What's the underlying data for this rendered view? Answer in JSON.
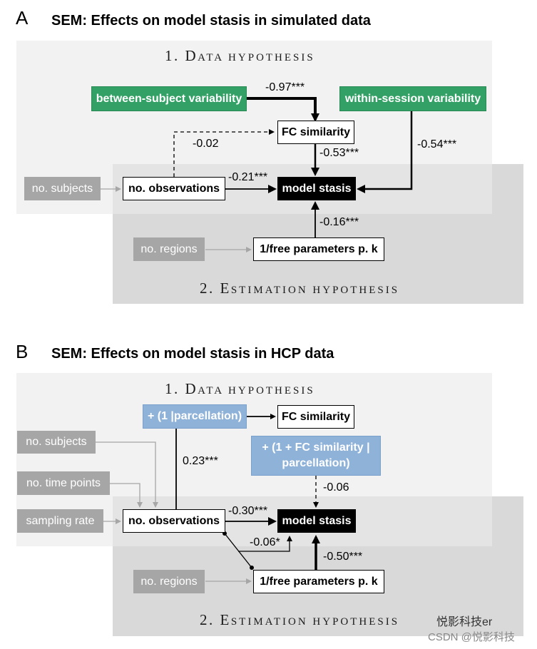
{
  "panelA": {
    "letter": "A",
    "title": "SEM: Effects on model stasis in simulated data",
    "hyp1": {
      "num": "1. ",
      "cap": "D",
      "rest": "ata hypothesis"
    },
    "hyp2": {
      "num": "2. ",
      "cap": "E",
      "rest": "stimation hypothesis"
    },
    "nodes": {
      "between": "between-subject variability",
      "within": "within-session variability",
      "fc": "FC similarity",
      "subjects": "no. subjects",
      "observations": "no. observations",
      "stasis": "model stasis",
      "regions": "no. regions",
      "freeparams": "1/free parameters p. k"
    },
    "coefs": {
      "between_fc": "-0.97***",
      "obs_fc": "-0.02",
      "fc_stasis": "-0.53***",
      "within_stasis": "-0.54***",
      "obs_stasis": "-0.21***",
      "free_stasis": "-0.16***"
    }
  },
  "panelB": {
    "letter": "B",
    "title": "SEM: Effects on model stasis in HCP data",
    "hyp1": {
      "num": "1. ",
      "cap": "D",
      "rest": "ata hypothesis"
    },
    "hyp2": {
      "num": "2. ",
      "cap": "E",
      "rest": "stimation hypothesis"
    },
    "nodes": {
      "parcellation": "+ (1 |parcellation)",
      "fc": "FC similarity",
      "fc_parcellation": "+ (1 + FC similarity | parcellation)",
      "subjects": "no. subjects",
      "timepoints": "no. time points",
      "sampling": "sampling rate",
      "observations": "no. observations",
      "stasis": "model stasis",
      "regions": "no. regions",
      "freeparams": "1/free parameters p. k"
    },
    "coefs": {
      "obs_fc": "0.23***",
      "fc_stasis": "-0.06",
      "obs_stasis": "-0.30***",
      "interaction": "-0.06*",
      "free_stasis": "-0.50***"
    }
  },
  "watermark": {
    "line1": "悦影科技er",
    "line2": "CSDN @悦影科技"
  }
}
